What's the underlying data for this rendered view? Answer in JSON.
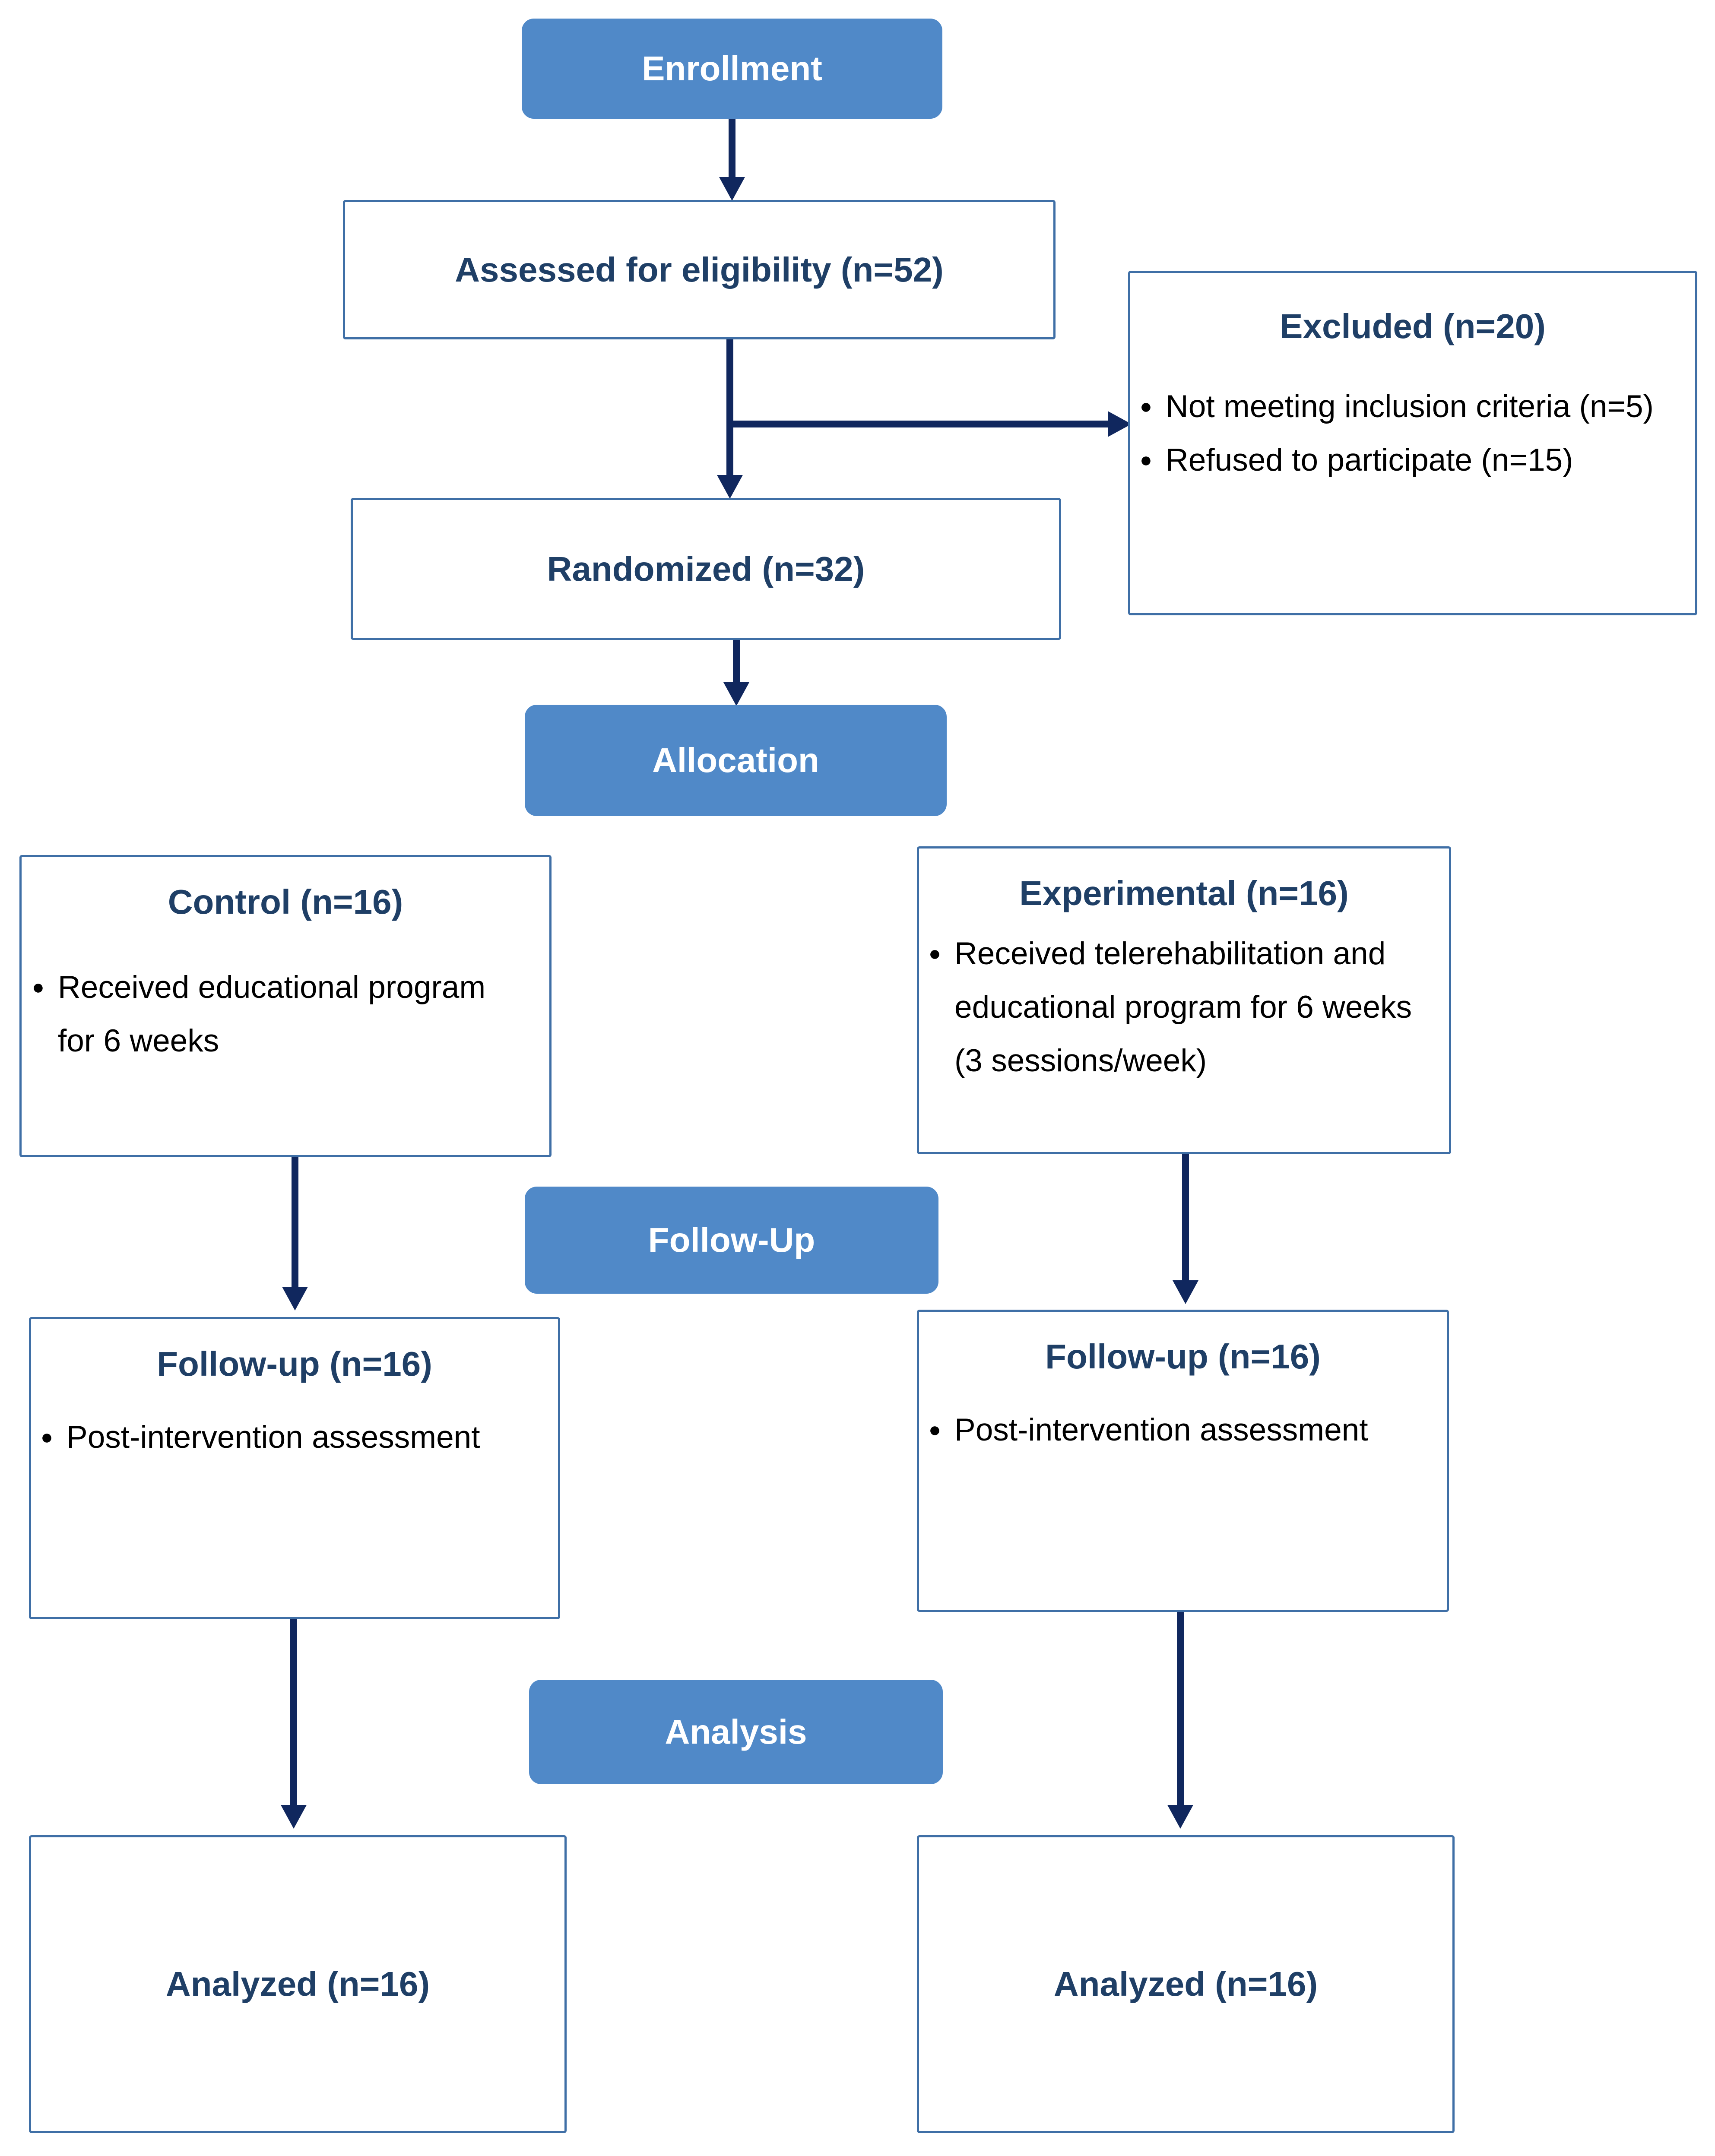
{
  "stages": {
    "enrollment": "Enrollment",
    "allocation": "Allocation",
    "follow_up": "Follow-Up",
    "analysis": "Analysis"
  },
  "assessed": {
    "title": "Assessed for eligibility (n=52)"
  },
  "excluded": {
    "title": "Excluded (n=20)",
    "items": [
      "Not meeting inclusion criteria (n=5)",
      "Refused to participate (n=15)"
    ]
  },
  "randomized": {
    "title": "Randomized (n=32)"
  },
  "control": {
    "title": "Control (n=16)",
    "line1": "Received educational program",
    "line2": "for 6 weeks"
  },
  "experimental": {
    "title": "Experimental (n=16)",
    "line1": "Received telerehabilitation and",
    "line2": "educational program for 6 weeks",
    "line3": "(3 sessions/week)"
  },
  "followup_control": {
    "title": "Follow-up (n=16)",
    "item": "Post-intervention assessment"
  },
  "followup_experimental": {
    "title": "Follow-up (n=16)",
    "item": "Post-intervention assessment"
  },
  "analyzed_control": {
    "title": "Analyzed (n=16)"
  },
  "analyzed_experimental": {
    "title": "Analyzed (n=16)"
  },
  "colors": {
    "stage_fill": "#5089c8",
    "arrow": "#10275e",
    "box_border": "#3f6fa6",
    "title_text": "#1f3f66"
  }
}
